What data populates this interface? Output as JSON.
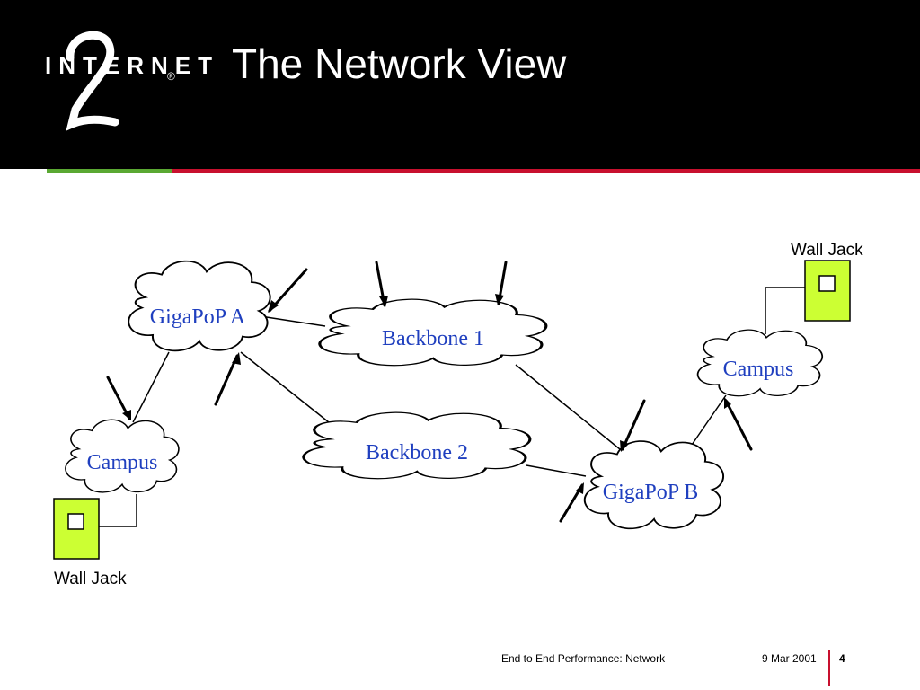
{
  "header": {
    "logo_text": "INTERNET",
    "logo_reg": "®",
    "title": "The Network View"
  },
  "nodes": {
    "gigapop_a": "GigaPoP A",
    "backbone_1": "Backbone 1",
    "backbone_2": "Backbone 2",
    "gigapop_b": "GigaPoP B",
    "campus_left": "Campus",
    "campus_right": "Campus"
  },
  "wall_jacks": {
    "left": "Wall Jack",
    "right": "Wall Jack"
  },
  "footer": {
    "text": "End to End Performance: Network",
    "date": "9 Mar 2001",
    "page": "4"
  },
  "colors": {
    "header_bg": "#000000",
    "accent_green": "#5aa832",
    "accent_red": "#c8102e",
    "label_blue": "#1f3fbf",
    "wall_jack_fill": "#ccff33"
  }
}
